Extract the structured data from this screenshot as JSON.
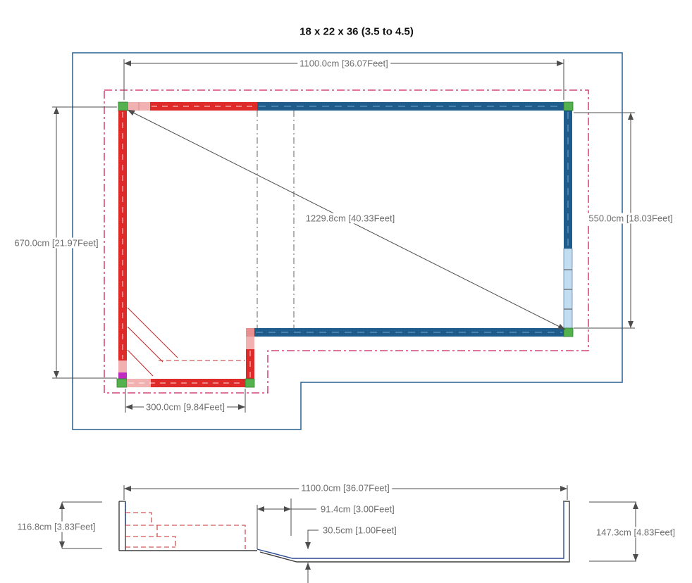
{
  "title": "18 x 22 x 36 (3.5 to 4.5)",
  "plan_view": {
    "dim_top_width": "1100.0cm [36.07Feet]",
    "dim_left_height": "670.0cm [21.97Feet]",
    "dim_right_height": "550.0cm [18.03Feet]",
    "dim_diagonal": "1229.8cm [40.33Feet]",
    "dim_step_section_width": "300.0cm [9.84Feet]"
  },
  "profile_view": {
    "dim_top_length": "1100.0cm [36.07Feet]",
    "dim_shallow_depth": "116.8cm [3.83Feet]",
    "dim_deep_depth": "147.3cm [4.83Feet]",
    "dim_slope_run": "91.4cm [3.00Feet]",
    "dim_slope_drop": "30.5cm [1.00Feet]"
  },
  "colors": {
    "red": "#df2a2a",
    "pink": "#f2b1b1",
    "salmon": "#e88f8f",
    "purple": "#bf2cbf",
    "green": "#53b14e",
    "navy": "#1f5c8c",
    "lightblue": "#c3ddf0",
    "boundary": "#28618f",
    "offset": "#cd2060",
    "profileblue": "#2a4a8f",
    "dim": "#4d4d4d",
    "text": "#6e6e6e",
    "steps": "#c53030"
  }
}
